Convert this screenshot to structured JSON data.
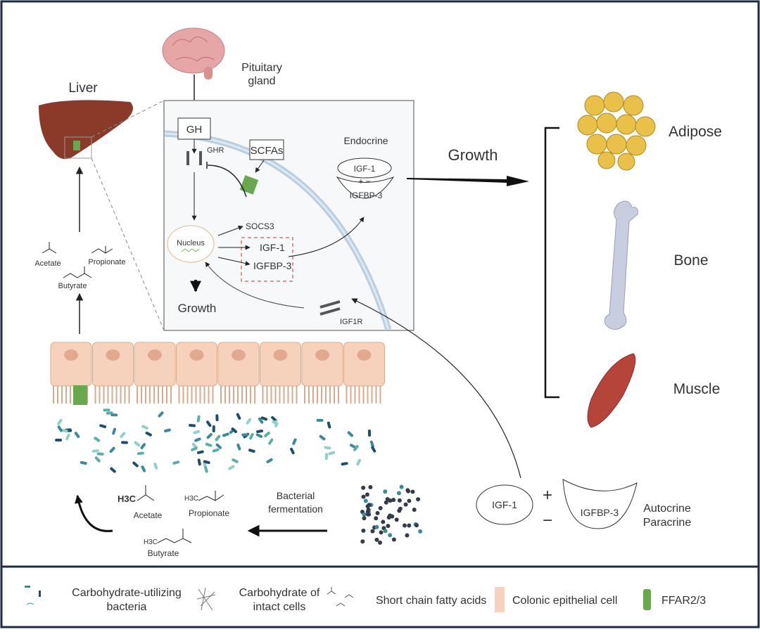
{
  "labels": {
    "pituitary_line1": "Pituitary",
    "pituitary_line2": "gland",
    "liver": "Liver",
    "gh": "GH",
    "ghr": "GHR",
    "scfas": "SCFAs",
    "endocrine": "Endocrine",
    "igf1": "IGF-1",
    "igfbp3": "IGFBP-3",
    "socs3": "SOCS3",
    "nucleus": "Nucleus",
    "growth_inner": "Growth",
    "igf1r": "IGF1R",
    "growth_main": "Growth",
    "adipose": "Adipose",
    "bone": "Bone",
    "muscle": "Muscle",
    "acetate": "Acetate",
    "propionate": "Propionate",
    "butyrate": "Butyrate",
    "h3c": "H3C",
    "bacterial_fermentation_line1": "Bacterial",
    "bacterial_fermentation_line2": "fermentation",
    "autocrine": "Autocrine",
    "paracrine": "Paracrine",
    "plus": "+",
    "minus": "−"
  },
  "legend": [
    {
      "line1": "Carbohydrate-utilizing",
      "line2": "bacteria"
    },
    {
      "line1": "Carbohydrate of",
      "line2": "intact cells"
    },
    {
      "line1": "Short chain fatty acids"
    },
    {
      "line1": "Colonic epithelial cell"
    },
    {
      "line1": "FFAR2/3"
    }
  ],
  "colors": {
    "frame": "#1f2a44",
    "liver": "#8b3a2a",
    "ffar": "#6aa84f",
    "epithelium": "#f6d2bc",
    "bacteria": "#3a8a9a",
    "membrane": "#b9cfe0",
    "dashed_box": "#c0392b",
    "muscle": "#b5443a",
    "adipose": "#e8c04a",
    "bone": "#c9cde0"
  }
}
